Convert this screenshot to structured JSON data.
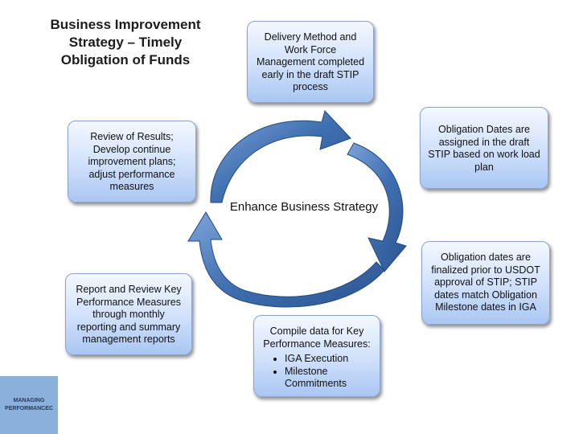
{
  "title": "Business Improvement Strategy – Timely Obligation of Funds",
  "center_label": "Enhance Business Strategy",
  "boxes": {
    "top": "Delivery Method and Work Force Management completed early in the draft STIP process",
    "right_upper": "Obligation Dates are assigned in the draft STIP based on work load plan",
    "right_lower": "Obligation dates are finalized prior to USDOT approval of STIP;  STIP dates match Obligation Milestone dates in IGA",
    "bottom": {
      "heading": "Compile data for  Key Performance Measures:",
      "bullets": [
        "IGA Execution",
        "Milestone Commitments"
      ]
    },
    "left_lower": "Report and Review Key Performance Measures through monthly reporting and summary management reports",
    "left_upper": "Review of Results; Develop continue improvement plans; adjust performance measures"
  },
  "logo_text": "MANAGING PERFORMANCEC",
  "colors": {
    "arrow": "#3f6fb0",
    "arrow_edge": "#254a7c",
    "box_border": "#8aa4cf",
    "logo_bg": "#8ab0dc"
  }
}
